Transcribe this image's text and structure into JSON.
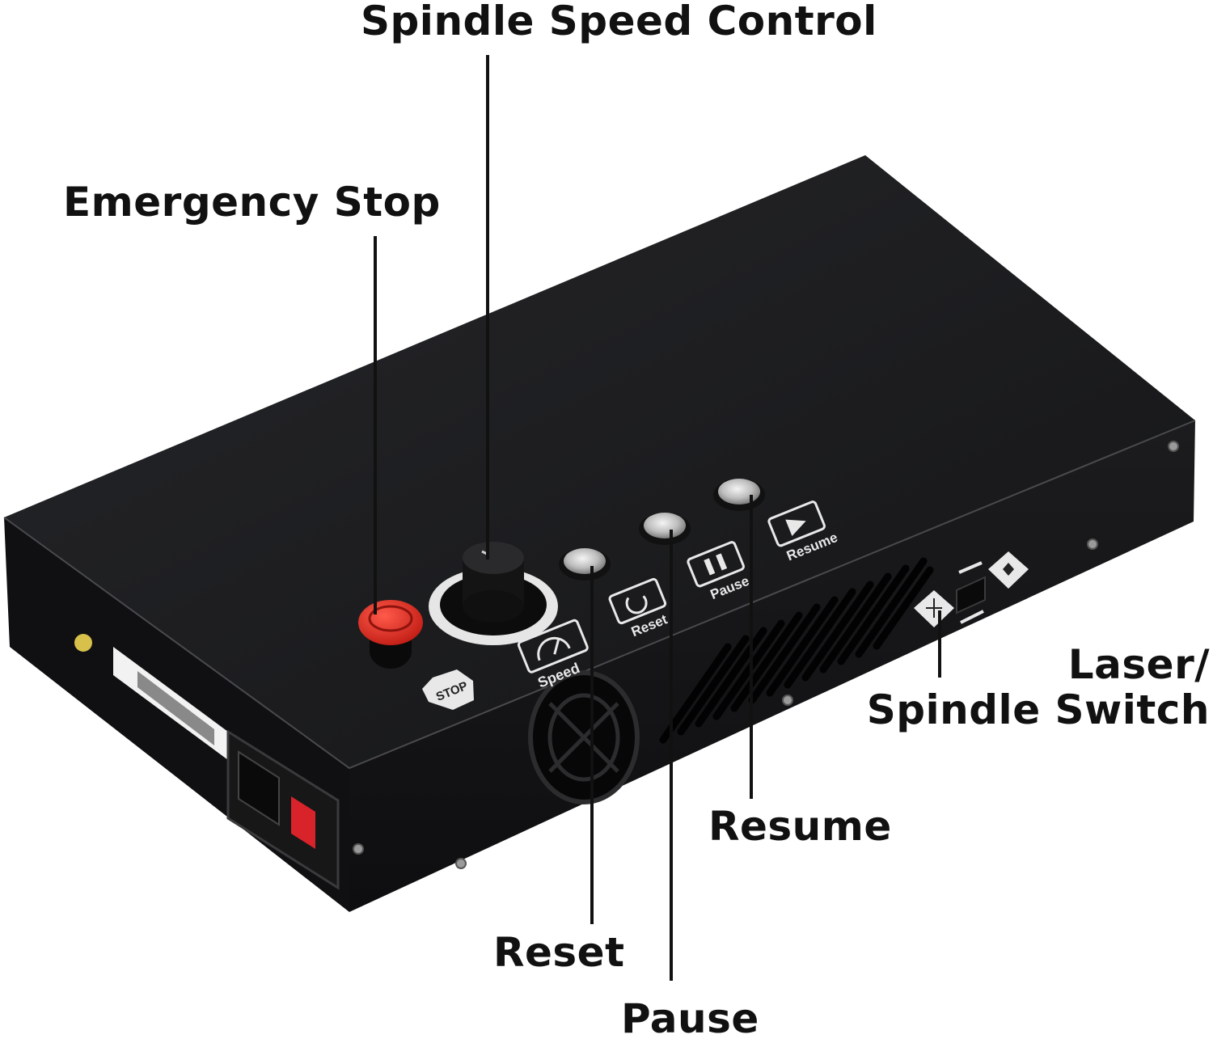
{
  "callouts": {
    "spindle_speed_control": "Spindle Speed Control",
    "emergency_stop": "Emergency Stop",
    "laser_spindle_line1": "Laser/",
    "laser_spindle_line2": "Spindle Switch",
    "resume": "Resume",
    "reset": "Reset",
    "pause": "Pause"
  },
  "panel_labels": {
    "speed": "Speed",
    "reset": "Reset",
    "pause": "Pause",
    "resume": "Resume",
    "stop": "STOP"
  },
  "colors": {
    "background": "#ffffff",
    "enclosure": "#1b1b1d",
    "estop_red": "#e02a1f",
    "power_switch_red": "#d8232a",
    "button_metal": "#c9c9c9",
    "callout_text": "#111111"
  },
  "icons": [
    "reset-icon",
    "pause-icon",
    "resume-icon",
    "speed-gauge-icon",
    "laser-icon",
    "spindle-icon",
    "stop-sign-icon"
  ]
}
